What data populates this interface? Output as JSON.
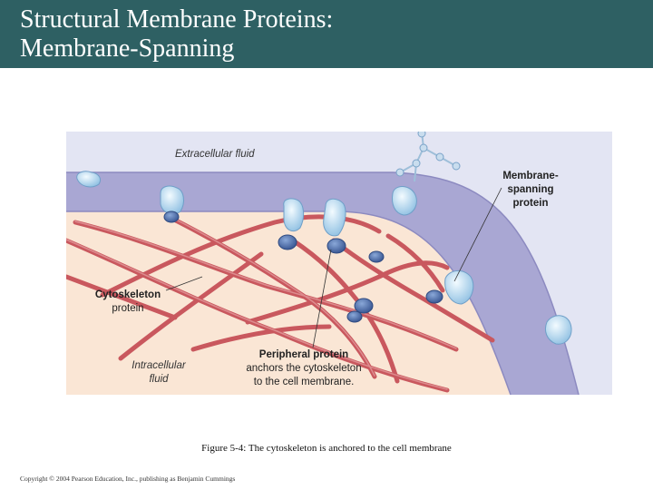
{
  "slide": {
    "title_line1": "Structural Membrane Proteins:",
    "title_line2": "Membrane-Spanning",
    "caption": "Figure 5-4: The cytoskeleton is anchored to the cell membrane",
    "copyright": "Copyright © 2004 Pearson Education, Inc., publishing as Benjamin Cummings"
  },
  "figure": {
    "labels": {
      "extracellular": "Extracellular fluid",
      "membrane_spanning_1": "Membrane-",
      "membrane_spanning_2": "spanning",
      "membrane_spanning_3": "protein",
      "cytoskeleton_1": "Cytoskeleton",
      "cytoskeleton_2": "protein",
      "intracellular_1": "Intracellular",
      "intracellular_2": "fluid",
      "peripheral_1": "Peripheral protein",
      "peripheral_2": "anchors the cytoskeleton",
      "peripheral_3": "to the cell membrane."
    },
    "colors": {
      "header": "#2e6063",
      "extracellular_bg": "#e3e5f3",
      "membrane": "#a9a7d3",
      "intracellular_bg": "#fae6d5",
      "cytoskeleton": "#c9585e",
      "spanning_protein": "#bcdcf0",
      "peripheral_protein": "#4f72b0"
    }
  }
}
